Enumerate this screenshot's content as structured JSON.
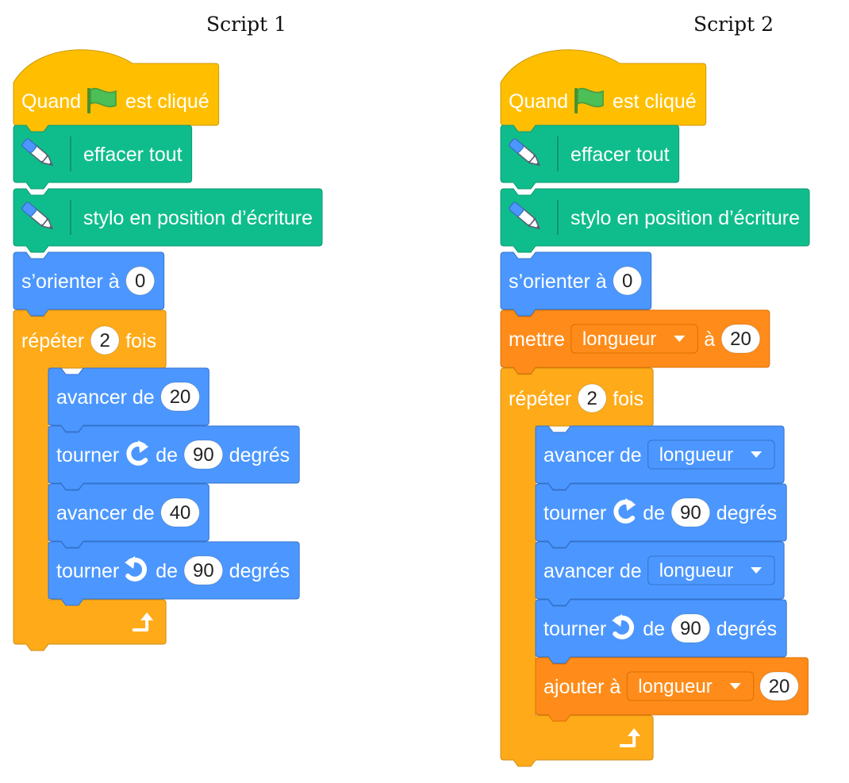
{
  "scripts": [
    {
      "title": "Script 1",
      "hat": {
        "before": "Quand",
        "after": "est cliqué",
        "icon": "green-flag-icon"
      },
      "pen_blocks": [
        {
          "label": "effacer tout",
          "icon": "pen-icon"
        },
        {
          "label": "stylo en position d’écriture",
          "icon": "pen-icon"
        }
      ],
      "orient": {
        "label": "s’orienter à",
        "value": "0"
      },
      "repeat": {
        "before": "répéter",
        "count": "2",
        "after": "fois",
        "loop_icon": "loop-arrow-icon"
      },
      "body": [
        {
          "type": "move",
          "label": "avancer de",
          "value": "20"
        },
        {
          "type": "turn",
          "before": "tourner",
          "direction": "right",
          "icon": "turn-right-icon",
          "mid": "de",
          "value": "90",
          "after": "degrés"
        },
        {
          "type": "move",
          "label": "avancer de",
          "value": "40"
        },
        {
          "type": "turn",
          "before": "tourner",
          "direction": "left",
          "icon": "turn-left-icon",
          "mid": "de",
          "value": "90",
          "after": "degrés"
        }
      ]
    },
    {
      "title": "Script 2",
      "hat": {
        "before": "Quand",
        "after": "est cliqué",
        "icon": "green-flag-icon"
      },
      "pen_blocks": [
        {
          "label": "effacer tout",
          "icon": "pen-icon"
        },
        {
          "label": "stylo en position d’écriture",
          "icon": "pen-icon"
        }
      ],
      "orient": {
        "label": "s’orienter à",
        "value": "0"
      },
      "set_var": {
        "before": "mettre",
        "variable": "longueur",
        "mid": "à",
        "value": "20"
      },
      "repeat": {
        "before": "répéter",
        "count": "2",
        "after": "fois",
        "loop_icon": "loop-arrow-icon"
      },
      "body": [
        {
          "type": "move_var",
          "label": "avancer de",
          "variable": "longueur"
        },
        {
          "type": "turn",
          "before": "tourner",
          "direction": "right",
          "icon": "turn-right-icon",
          "mid": "de",
          "value": "90",
          "after": "degrés"
        },
        {
          "type": "move_var",
          "label": "avancer de",
          "variable": "longueur"
        },
        {
          "type": "turn",
          "before": "tourner",
          "direction": "left",
          "icon": "turn-left-icon",
          "mid": "de",
          "value": "90",
          "after": "degrés"
        },
        {
          "type": "change_var",
          "label": "ajouter à",
          "variable": "longueur",
          "value": "20"
        }
      ]
    }
  ],
  "colors": {
    "events": "#FFBF00",
    "events_border": "#CC9900",
    "pen": "#0FBD8C",
    "pen_border": "#0B9A72",
    "motion": "#4C97FF",
    "motion_border": "#3373CC",
    "control": "#FFAB19",
    "control_border": "#CF8B17",
    "variables": "#FF8C1A",
    "variables_border": "#DB6E00"
  }
}
